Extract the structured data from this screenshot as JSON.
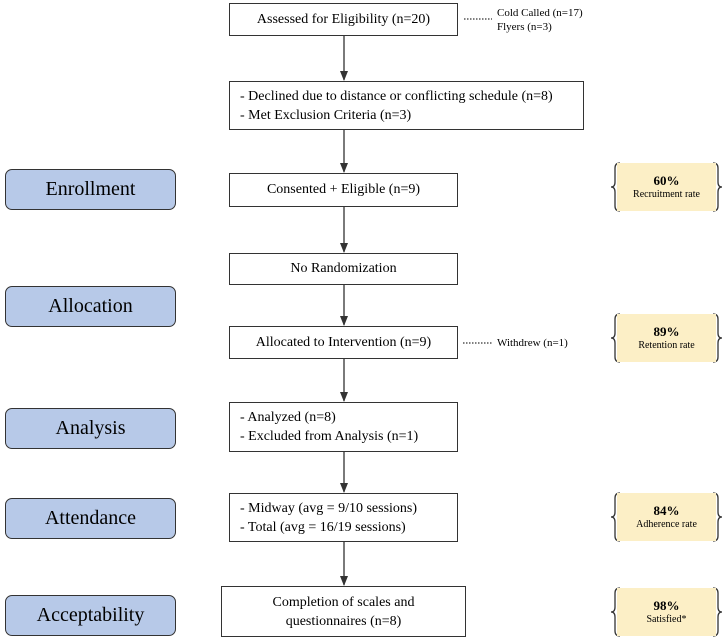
{
  "flow": {
    "eligibility": "Assessed for Eligibility (n=20)",
    "exclusions": [
      "- Declined due to distance or conflicting schedule (n=8)",
      "- Met Exclusion Criteria (n=3)"
    ],
    "consented": "Consented + Eligible  (n=9)",
    "randomization": "No Randomization",
    "allocated": "Allocated to Intervention (n=9)",
    "analysis": [
      "- Analyzed (n=8)",
      "- Excluded from Analysis (n=1)"
    ],
    "attendance": [
      "- Midway (avg = 9/10 sessions)",
      "- Total (avg = 16/19 sessions)"
    ],
    "completion": [
      "Completion of scales and",
      "questionnaires  (n=8)"
    ]
  },
  "side_notes": {
    "recruitment_sources": [
      "Cold Called (n=17)",
      "Flyers (n=3)"
    ],
    "withdrew": "Withdrew  (n=1)"
  },
  "stages": {
    "enrollment": "Enrollment",
    "allocation": "Allocation",
    "analysis": "Analysis",
    "attendance": "Attendance",
    "acceptability": "Acceptability"
  },
  "metrics": {
    "recruitment": {
      "value": "60%",
      "label": "Recruitment rate"
    },
    "retention": {
      "value": "89%",
      "label": "Retention rate"
    },
    "adherence": {
      "value": "84%",
      "label": "Adherence rate"
    },
    "satisfaction": {
      "value": "98%",
      "label": "Satisfied*"
    }
  },
  "colors": {
    "stage_fill": "#b7c9e8",
    "metric_fill": "#fcefc6",
    "line": "#333333"
  }
}
